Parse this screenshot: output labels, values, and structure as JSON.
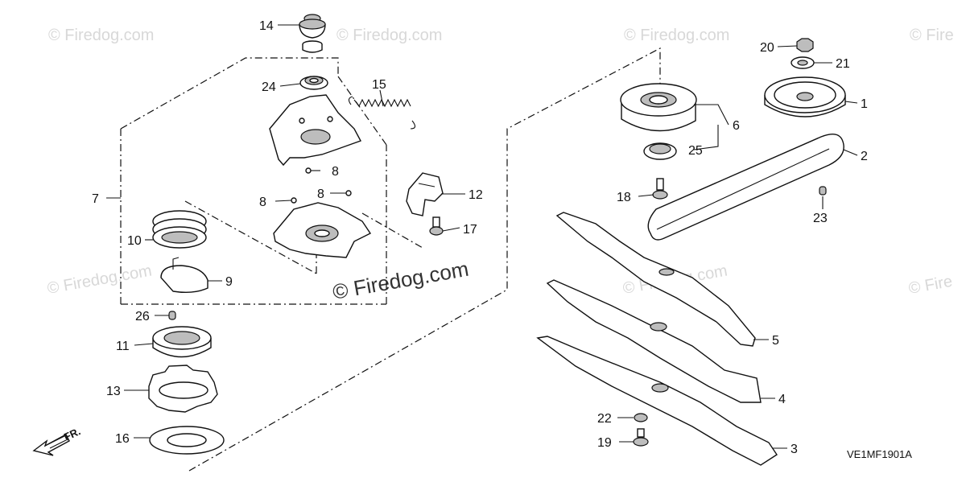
{
  "watermarks": [
    "© Firedog.com",
    "© Firedog.com",
    "© Firedog.com",
    "© Fire",
    "© Firedog.com",
    "© Firedog.com",
    "© Fire",
    "© Firedog.com"
  ],
  "diagram_code": "VE1MF1901A",
  "front_arrow_label": "FR.",
  "callouts": {
    "p1": "1",
    "p2": "2",
    "p3": "3",
    "p4": "4",
    "p5": "5",
    "p6": "6",
    "p7": "7",
    "p8a": "8",
    "p8b": "8",
    "p8c": "8",
    "p9": "9",
    "p10": "10",
    "p11": "11",
    "p12": "12",
    "p13": "13",
    "p14": "14",
    "p15": "15",
    "p16": "16",
    "p17": "17",
    "p18": "18",
    "p19": "19",
    "p20": "20",
    "p21": "21",
    "p22": "22",
    "p23": "23",
    "p24": "24",
    "p25": "25",
    "p26": "26"
  }
}
